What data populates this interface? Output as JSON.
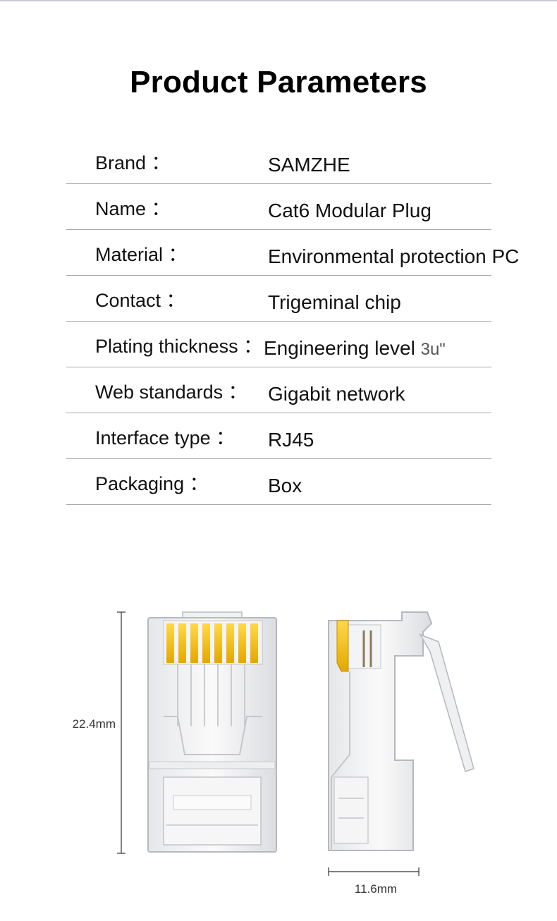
{
  "title": "Product Parameters",
  "parameters": [
    {
      "label": "Brand ：",
      "value": "SAMZHE",
      "unit": ""
    },
    {
      "label": "Name ：",
      "value": "Cat6 Modular Plug",
      "unit": ""
    },
    {
      "label": "Material ：",
      "value": "Environmental protection PC",
      "unit": ""
    },
    {
      "label": "Contact ：",
      "value": "Trigeminal chip",
      "unit": ""
    },
    {
      "label": "Plating thickness ：",
      "value": "Engineering level ",
      "unit": "3u\""
    },
    {
      "label": "Web standards ：",
      "value": "Gigabit network",
      "unit": ""
    },
    {
      "label": "Interface type ：",
      "value": "RJ45",
      "unit": ""
    },
    {
      "label": "Packaging ：",
      "value": "Box",
      "unit": ""
    }
  ],
  "dimensions": {
    "height_label": "22.4mm",
    "width_label": "11.6mm"
  },
  "colors": {
    "gold_contact": "#f2c200",
    "gold_dark": "#d9a300",
    "divider": "#a9a9a9"
  }
}
